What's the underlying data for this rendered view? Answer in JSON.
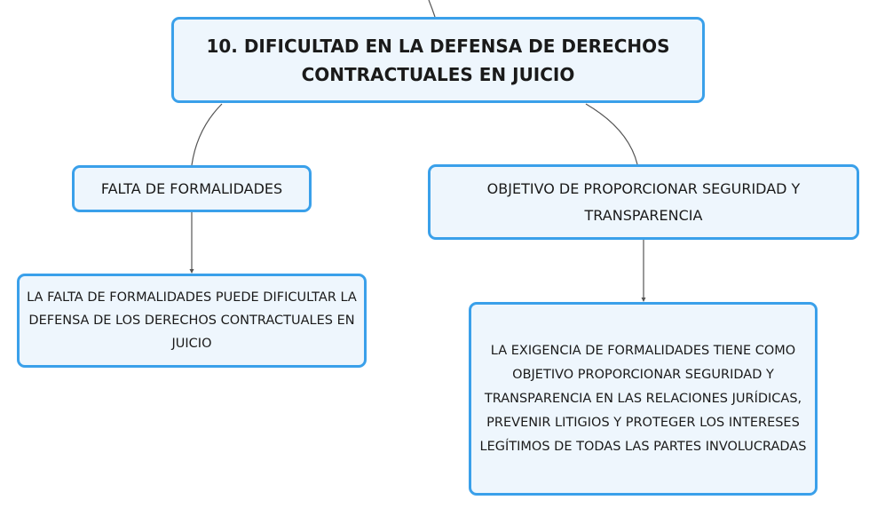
{
  "diagram": {
    "root": {
      "title": "10. DIFICULTAD EN LA DEFENSA DE DERECHOS CONTRACTUALES EN JUICIO"
    },
    "left_branch": {
      "heading": "FALTA DE FORMALIDADES",
      "detail": "LA FALTA DE FORMALIDADES PUEDE DIFICULTAR LA DEFENSA DE LOS DERECHOS CONTRACTUALES EN JUICIO"
    },
    "right_branch": {
      "heading": "OBJETIVO DE PROPORCIONAR SEGURIDAD Y TRANSPARENCIA",
      "detail": "LA EXIGENCIA DE FORMALIDADES TIENE COMO OBJETIVO PROPORCIONAR SEGURIDAD Y TRANSPARENCIA EN LAS RELACIONES JURÍDICAS, PREVENIR LITIGIOS Y PROTEGER LOS INTERESES LEGÍTIMOS DE TODAS LAS PARTES INVOLUCRADAS"
    }
  },
  "colors": {
    "node_border": "#3aa0ea",
    "node_fill": "#eef6fd",
    "connector": "#555555",
    "text": "#1a1a1a"
  }
}
